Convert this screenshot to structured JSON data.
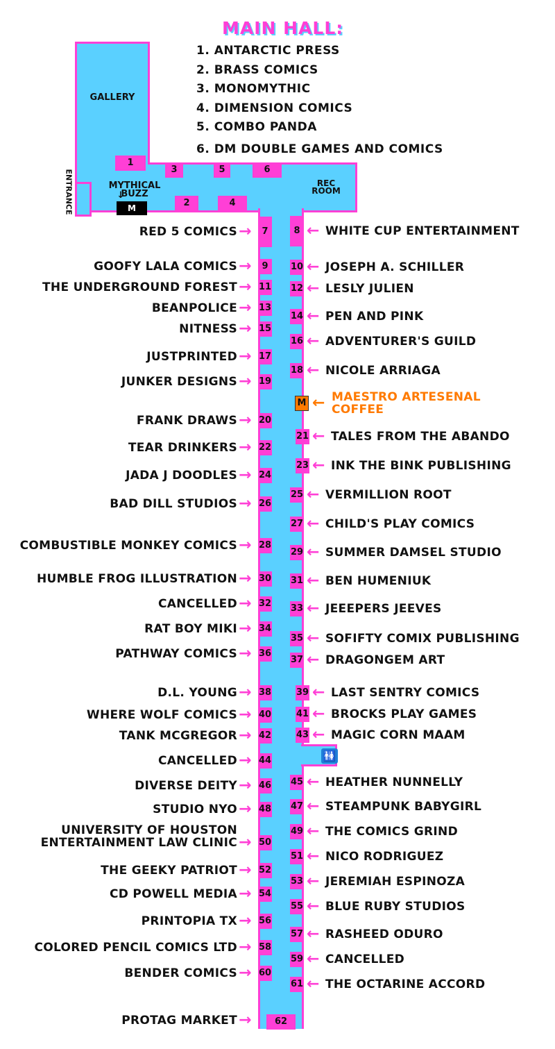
{
  "title": "MAIN HALL:",
  "main_hall": [
    "1.  ANTARCTIC PRESS",
    "2. BRASS COMICS",
    "3. MONOMYTHIC",
    "4. DIMENSION COMICS",
    "5. COMBO PANDA",
    "6. DM DOUBLE GAMES AND COMICS"
  ],
  "areas": {
    "gallery": "GALLERY",
    "entrance": "ENTRANCE",
    "mythical_buzz": "MYTHICAL BUZZ",
    "mythical_arrows": "↓ ↓",
    "rec_room": "REC ROOM",
    "mythical_logo": "M"
  },
  "top_booths": [
    "1",
    "2",
    "3",
    "4",
    "5",
    "6"
  ],
  "coffee": {
    "marker": "M",
    "label": "MAESTRO ARTESENAL COFFEE",
    "color": "#ff7a00"
  },
  "left_vendors": [
    {
      "booth": "7",
      "name": "RED 5 COMICS"
    },
    {
      "booth": "9",
      "name": "GOOFY LALA COMICS"
    },
    {
      "booth": "11",
      "name": "THE UNDERGROUND FOREST"
    },
    {
      "booth": "13",
      "name": "BEANPOLICE"
    },
    {
      "booth": "15",
      "name": "NITNESS"
    },
    {
      "booth": "17",
      "name": "JUSTPRINTED"
    },
    {
      "booth": "19",
      "name": "JUNKER DESIGNS"
    },
    {
      "booth": "20",
      "name": "FRANK DRAWS"
    },
    {
      "booth": "22",
      "name": "TEAR DRINKERS"
    },
    {
      "booth": "24",
      "name": "JADA J DOODLES"
    },
    {
      "booth": "26",
      "name": "BAD DILL STUDIOS"
    },
    {
      "booth": "28",
      "name": "COMBUSTIBLE MONKEY COMICS"
    },
    {
      "booth": "30",
      "name": "HUMBLE FROG ILLUSTRATION"
    },
    {
      "booth": "32",
      "name": "CANCELLED"
    },
    {
      "booth": "34",
      "name": "RAT BOY MIKI"
    },
    {
      "booth": "36",
      "name": "PATHWAY COMICS"
    },
    {
      "booth": "38",
      "name": "D.L. YOUNG"
    },
    {
      "booth": "40",
      "name": "WHERE WOLF COMICS"
    },
    {
      "booth": "42",
      "name": "TANK MCGREGOR"
    },
    {
      "booth": "44",
      "name": "CANCELLED"
    },
    {
      "booth": "46",
      "name": "DIVERSE DEITY"
    },
    {
      "booth": "48",
      "name": "STUDIO NYO"
    },
    {
      "booth": "50",
      "name": "UNIVERSITY OF HOUSTON ENTERTAINMENT LAW CLINIC"
    },
    {
      "booth": "52",
      "name": "THE GEEKY PATRIOT"
    },
    {
      "booth": "54",
      "name": "CD POWELL MEDIA"
    },
    {
      "booth": "56",
      "name": "PRINTOPIA TX"
    },
    {
      "booth": "58",
      "name": "COLORED PENCIL COMICS LTD"
    },
    {
      "booth": "60",
      "name": "BENDER COMICS"
    },
    {
      "booth": "62",
      "name": "PROTAG MARKET"
    }
  ],
  "right_vendors": [
    {
      "booth": "8",
      "name": "WHITE CUP ENTERTAINMENT"
    },
    {
      "booth": "10",
      "name": "JOSEPH A. SCHILLER"
    },
    {
      "booth": "12",
      "name": "LESLY JULIEN"
    },
    {
      "booth": "14",
      "name": "PEN AND PINK"
    },
    {
      "booth": "16",
      "name": "ADVENTURER'S GUILD"
    },
    {
      "booth": "18",
      "name": "NICOLE ARRIAGA"
    },
    {
      "booth": "21",
      "name": "TALES FROM THE ABANDO"
    },
    {
      "booth": "23",
      "name": "INK THE BINK PUBLISHING"
    },
    {
      "booth": "25",
      "name": "VERMILLION ROOT"
    },
    {
      "booth": "27",
      "name": "CHILD'S PLAY COMICS"
    },
    {
      "booth": "29",
      "name": "SUMMER DAMSEL STUDIO"
    },
    {
      "booth": "31",
      "name": "BEN HUMENIUK"
    },
    {
      "booth": "33",
      "name": "JEEEPERS JEEVES"
    },
    {
      "booth": "35",
      "name": "SOFIFTY COMIX PUBLISHING"
    },
    {
      "booth": "37",
      "name": "DRAGONGEM ART"
    },
    {
      "booth": "39",
      "name": "LAST SENTRY COMICS"
    },
    {
      "booth": "41",
      "name": "BROCKS PLAY GAMES"
    },
    {
      "booth": "43",
      "name": "MAGIC CORN MAAM"
    },
    {
      "booth": "45",
      "name": "HEATHER NUNNELLY"
    },
    {
      "booth": "47",
      "name": "STEAMPUNK BABYGIRL"
    },
    {
      "booth": "49",
      "name": "THE COMICS GRIND"
    },
    {
      "booth": "51",
      "name": "NICO RODRIGUEZ"
    },
    {
      "booth": "53",
      "name": "JEREMIAH ESPINOZA"
    },
    {
      "booth": "55",
      "name": "BLUE RUBY STUDIOS"
    },
    {
      "booth": "57",
      "name": "RASHEED ODURO"
    },
    {
      "booth": "59",
      "name": "CANCELLED"
    },
    {
      "booth": "61",
      "name": "THE OCTARINE ACCORD"
    }
  ],
  "icons": {
    "restroom": "restroom-icon",
    "arrow": "arrow-icon"
  },
  "colors": {
    "floor": "#5ad0ff",
    "booth": "#ff3fd6",
    "title": "#ff3fd6",
    "coffee": "#ff7a00"
  }
}
